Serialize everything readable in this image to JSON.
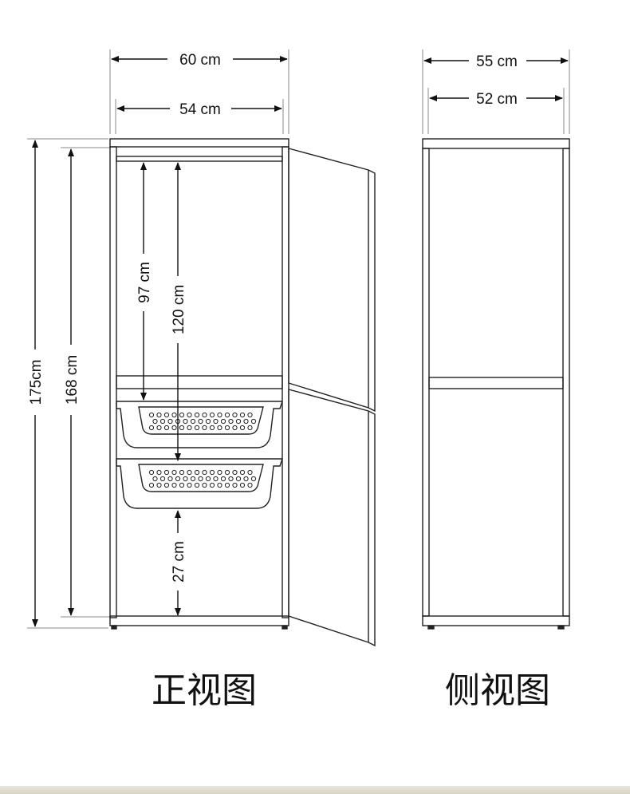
{
  "front": {
    "width_outer": "60 cm",
    "width_inner": "54 cm",
    "height_total": "175cm",
    "height_body": "168 cm",
    "upper_inner": "97 cm",
    "upper_to_drawer": "120 cm",
    "bottom_space": "27 cm",
    "caption": "正视图"
  },
  "side": {
    "depth_outer": "55 cm",
    "depth_inner": "52 cm",
    "caption": "侧视图"
  }
}
